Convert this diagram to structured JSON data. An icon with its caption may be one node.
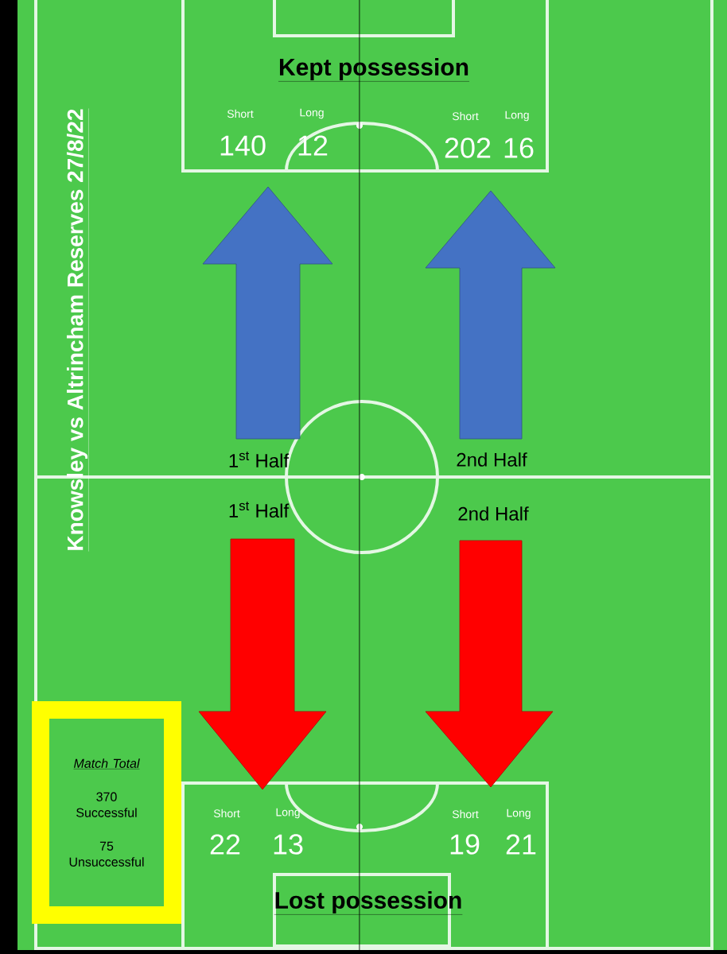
{
  "diagram": {
    "title": "Knowsley vs Altrincham Reserves  27/8/22",
    "nodes": [
      {
        "text": [
          "Match Total",
          "370 Successful",
          "75 Unsuccessful"
        ]
      }
    ],
    "edges": [],
    "labels": [
      "Kept possession",
      "Short",
      "Long",
      "140",
      "12",
      "Short",
      "Long",
      "202",
      "16",
      "1$^{st}$ Half",
      "2nd Half",
      "1$^{st}$ Half",
      "2nd Half",
      "Short",
      "Long",
      "22",
      "13",
      "Short",
      "Long",
      "19",
      "21",
      "Lost possession"
    ]
  }
}
